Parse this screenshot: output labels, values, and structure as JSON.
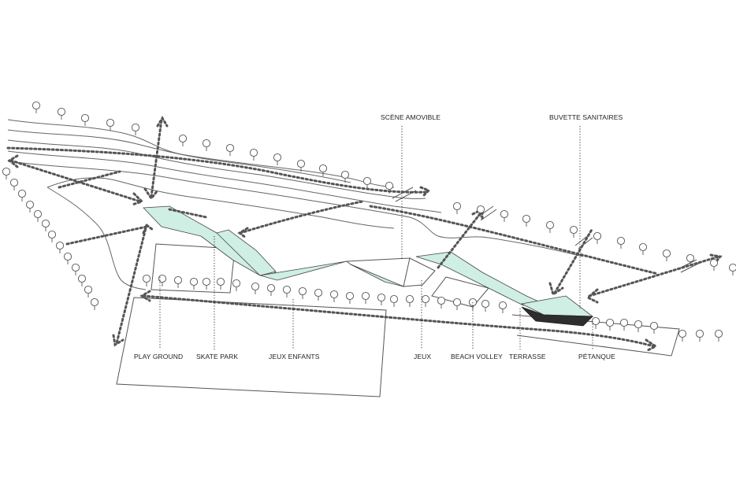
{
  "labels": {
    "scene_amovible": "SCÈNE AMOVIBLE",
    "buvette_sanitaires": "BUVETTE SANITAIRES",
    "play_ground": "PLAY GROUND",
    "skate_park": "SKATE PARK",
    "jeux_enfants": "JEUX ENFANTS",
    "jeux": "JEUX",
    "beach_volley": "BEACH VOLLEY",
    "terrasse": "TERRASSE",
    "petanque": "PÉTANQUE"
  },
  "colors": {
    "shelter_fill": "#cfeee4",
    "building_dark": "#2e2e2e",
    "line": "#555555"
  }
}
